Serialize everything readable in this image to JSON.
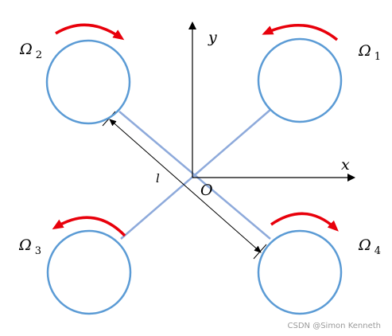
{
  "diagram": {
    "axes": {
      "x_label": "x",
      "y_label": "y",
      "origin_label": "O"
    },
    "arm_length_label": "l",
    "rotors": [
      {
        "symbol": "Ω",
        "index": "1",
        "spin": "counterclockwise"
      },
      {
        "symbol": "Ω",
        "index": "2",
        "spin": "clockwise"
      },
      {
        "symbol": "Ω",
        "index": "3",
        "spin": "counterclockwise"
      },
      {
        "symbol": "Ω",
        "index": "4",
        "spin": "clockwise"
      }
    ],
    "watermark": "CSDN @Simon Kenneth"
  },
  "colors": {
    "rotor_outline": "#5b9bd5",
    "arm": "#8eaadb",
    "spin_arrow": "#e8000b",
    "axis": "#000000"
  }
}
